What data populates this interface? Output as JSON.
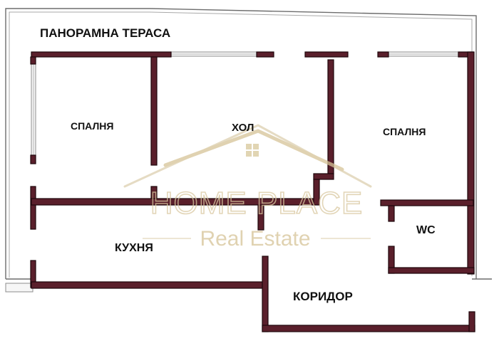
{
  "rooms": {
    "terrace": "ПАНОРАМНА ТЕРАСА",
    "bedroom_left": "СПАЛНЯ",
    "living": "ХОЛ",
    "bedroom_right": "СПАЛНЯ",
    "kitchen": "КУХНЯ",
    "wc": "WC",
    "corridor": "КОРИДОР"
  },
  "watermark": {
    "brand": "HOME PLACE",
    "tagline": "Real Estate"
  },
  "colors": {
    "wall": "#5a1f2b",
    "watermark": "#d9c8a0"
  }
}
